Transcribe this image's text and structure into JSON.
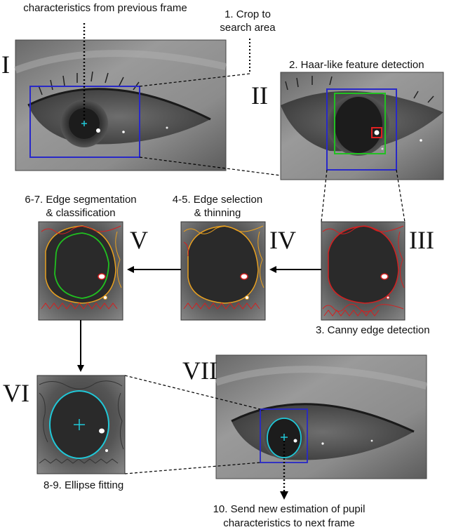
{
  "panels": {
    "I": "I",
    "II": "II",
    "III": "III",
    "IV": "IV",
    "V": "V",
    "VI": "VI",
    "VII": "VII"
  },
  "captions": {
    "top_prev": "characteristics from previous frame",
    "crop_1": "1. Crop to",
    "crop_2": "search area",
    "haar": "2. Haar-like feature detection",
    "seg_1": "6-7. Edge segmentation",
    "seg_2": "& classification",
    "sel_1": "4-5. Edge selection",
    "sel_2": "& thinning",
    "canny": "3. Canny edge detection",
    "ellipse": "8-9. Ellipse fitting",
    "send_1": "10. Send new estimation of pupil",
    "send_2": "characteristics to next frame"
  },
  "colors": {
    "search_box": "#2828c8",
    "haar_box": "#22c022",
    "glint_box": "#e02020",
    "canny_edges": "#d42020",
    "selected_edges": "#e8a020",
    "pupil_edge": "#20c020",
    "ellipse": "#20c8d8",
    "center_mark": "#20c8d8"
  }
}
